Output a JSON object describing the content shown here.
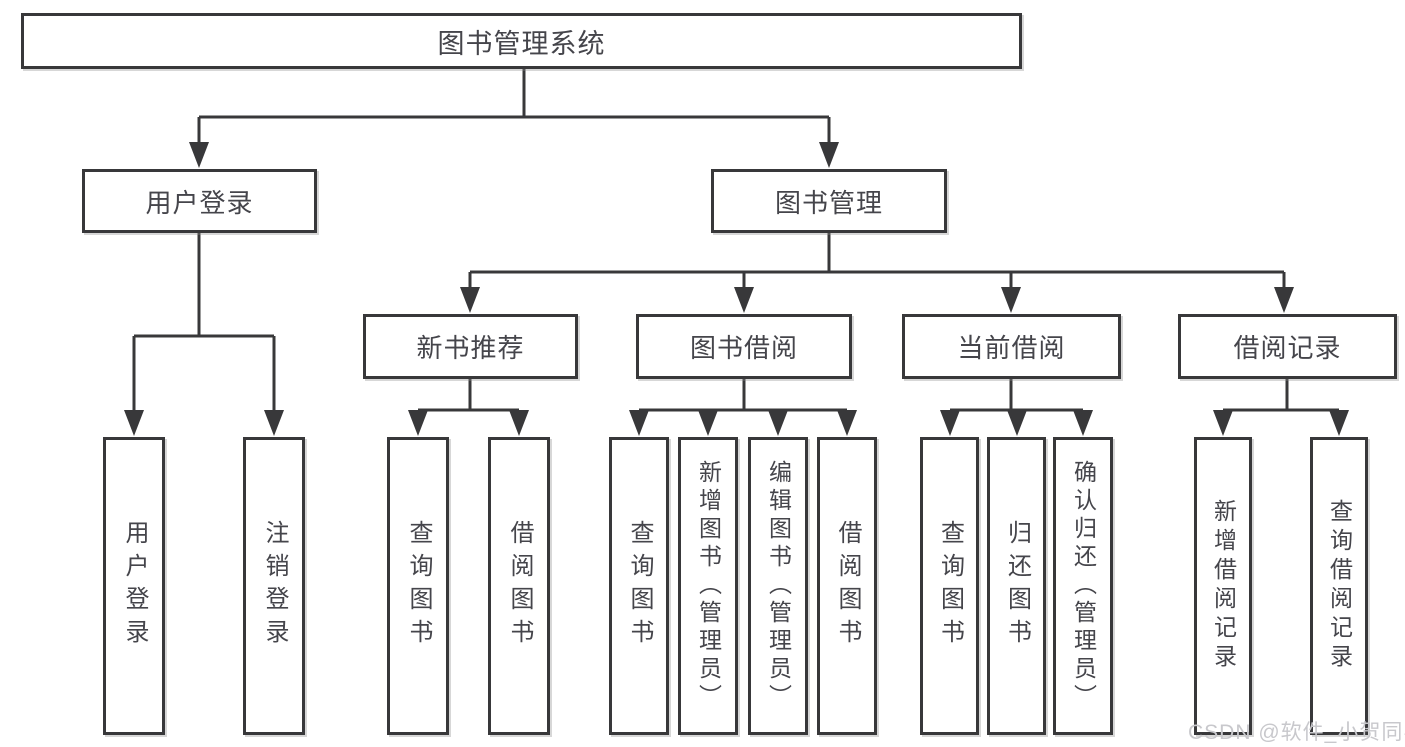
{
  "tree": {
    "label": "图书管理系统",
    "children": [
      {
        "label": "用户登录",
        "children": [
          {
            "label": "用户登录"
          },
          {
            "label": "注销登录"
          }
        ]
      },
      {
        "label": "图书管理",
        "children": [
          {
            "label": "新书推荐",
            "children": [
              {
                "label": "查询图书"
              },
              {
                "label": "借阅图书"
              }
            ]
          },
          {
            "label": "图书借阅",
            "children": [
              {
                "label": "查询图书"
              },
              {
                "label": "新增图书（管理员）"
              },
              {
                "label": "编辑图书（管理员）"
              },
              {
                "label": "借阅图书"
              }
            ]
          },
          {
            "label": "当前借阅",
            "children": [
              {
                "label": "查询图书"
              },
              {
                "label": "归还图书"
              },
              {
                "label": "确认归还（管理员）"
              }
            ]
          },
          {
            "label": "借阅记录",
            "children": [
              {
                "label": "新增借阅记录"
              },
              {
                "label": "查询借阅记录"
              }
            ]
          }
        ]
      }
    ]
  },
  "watermark": {
    "text": "CSDN @软件_小贺同学"
  },
  "colors": {
    "line": "#38383a",
    "box_border": "#38383a",
    "text": "#45454b",
    "background": "#ffffff",
    "watermark": "#c8c8cc"
  }
}
